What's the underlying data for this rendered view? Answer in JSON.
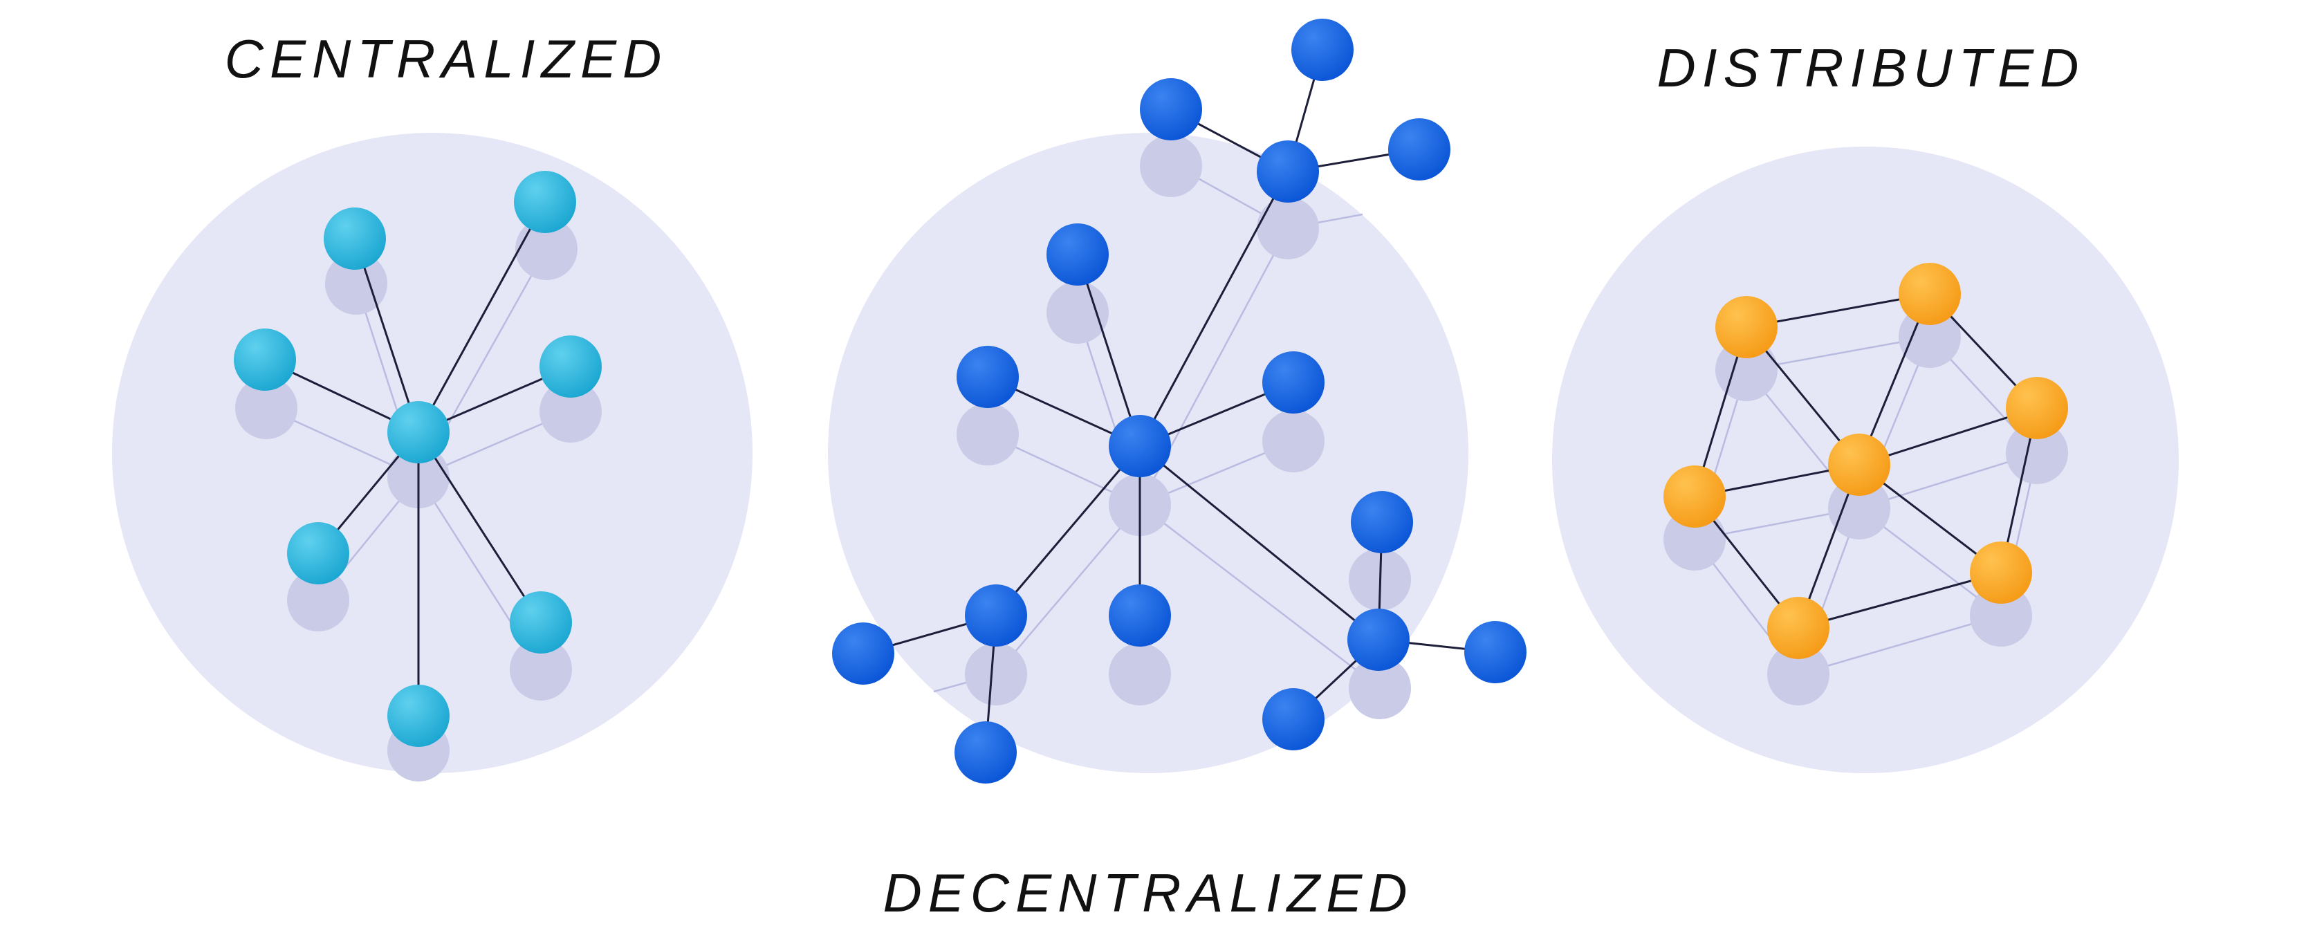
{
  "panels": [
    {
      "id": "centralized",
      "title": "CENTRALIZED",
      "color": "#1aa6d1",
      "highlight": "#5fd0ee"
    },
    {
      "id": "decentralized",
      "title": "DECENTRALIZED",
      "color": "#0a55d6",
      "highlight": "#3b83f0"
    },
    {
      "id": "distributed",
      "title": "DISTRIBUTED",
      "color": "#f59a16",
      "highlight": "#ffc24f"
    }
  ]
}
